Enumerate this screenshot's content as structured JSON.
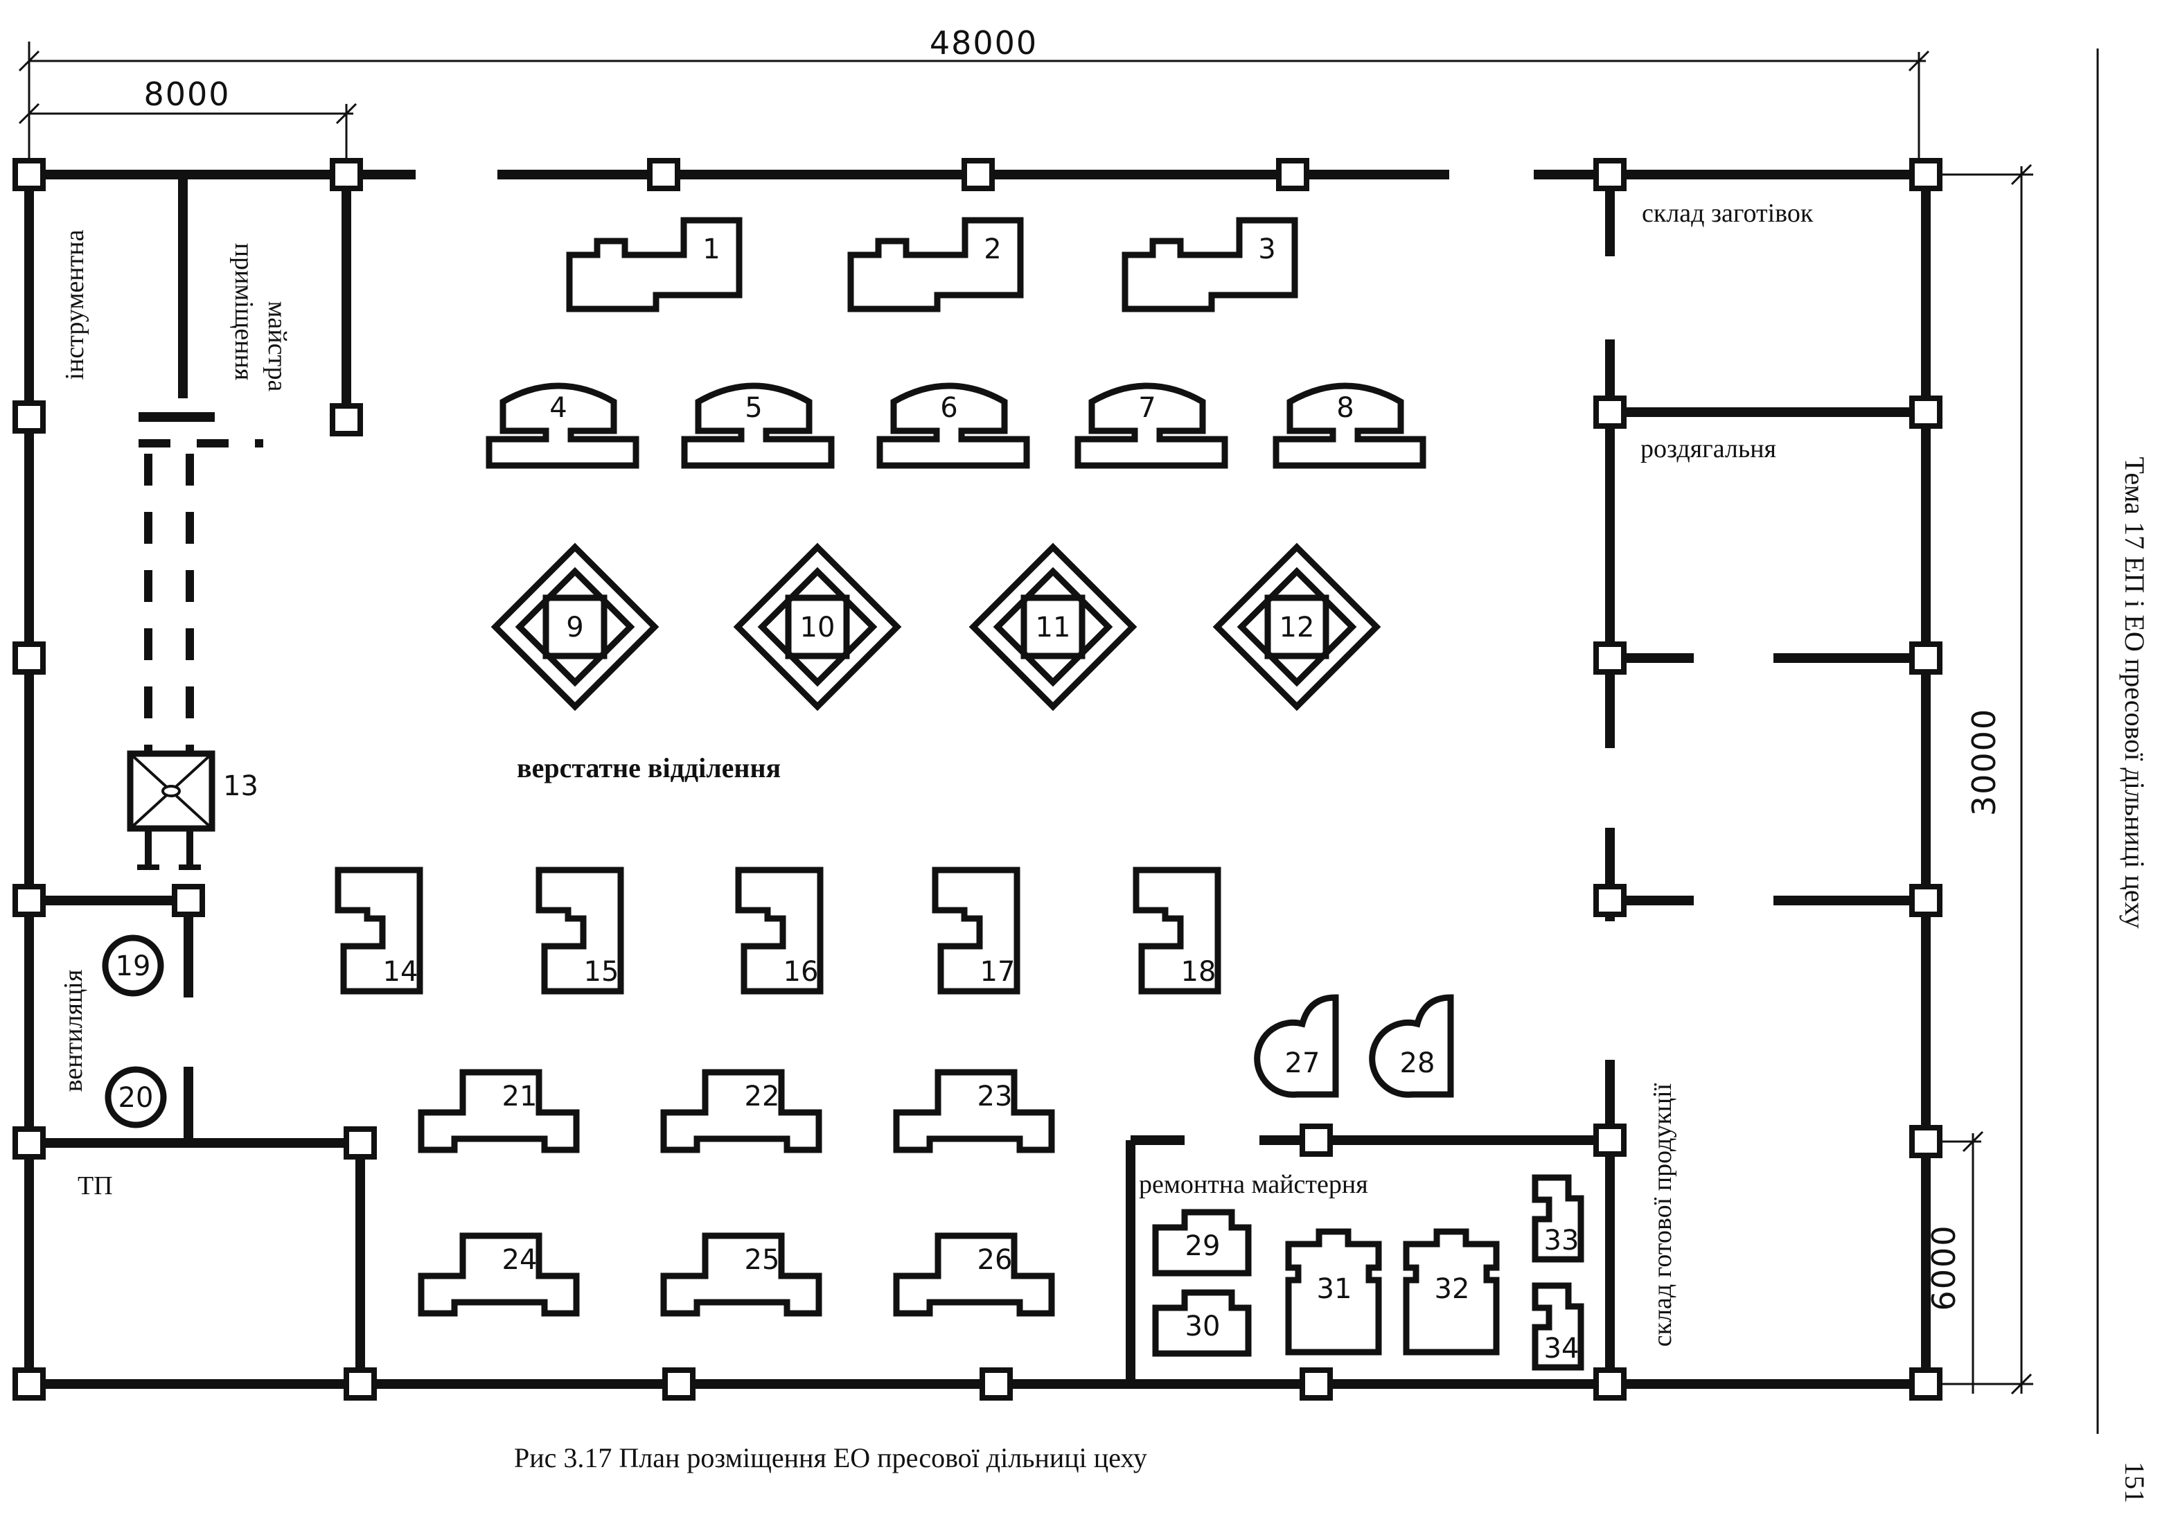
{
  "dimensions": {
    "total_width": "48000",
    "left_bay": "8000",
    "total_height": "30000",
    "bottom_bay": "6000"
  },
  "rooms": {
    "tool_room": "інструментна",
    "master_room_line1": "приміщення",
    "master_room_line2": "майстра",
    "blank_store": "склад заготівок",
    "changing_room": "роздягальня",
    "machine_dept": "верстатне відділення",
    "ventilation": "вентиляція",
    "transformer": "ТП",
    "repair_shop": "ремонтна майстерня",
    "finished_store": "склад готової продукції"
  },
  "equipment": [
    "1",
    "2",
    "3",
    "4",
    "5",
    "6",
    "7",
    "8",
    "9",
    "10",
    "11",
    "12",
    "13",
    "14",
    "15",
    "16",
    "17",
    "18",
    "19",
    "20",
    "21",
    "22",
    "23",
    "24",
    "25",
    "26",
    "27",
    "28",
    "29",
    "30",
    "31",
    "32",
    "33",
    "34"
  ],
  "caption": "Рис 3.17 План розміщення ЕО пресової дільниці цеху",
  "side_header": "Тема 17 ЕП і ЕО пресової дільниці цеху",
  "page_number": "151"
}
